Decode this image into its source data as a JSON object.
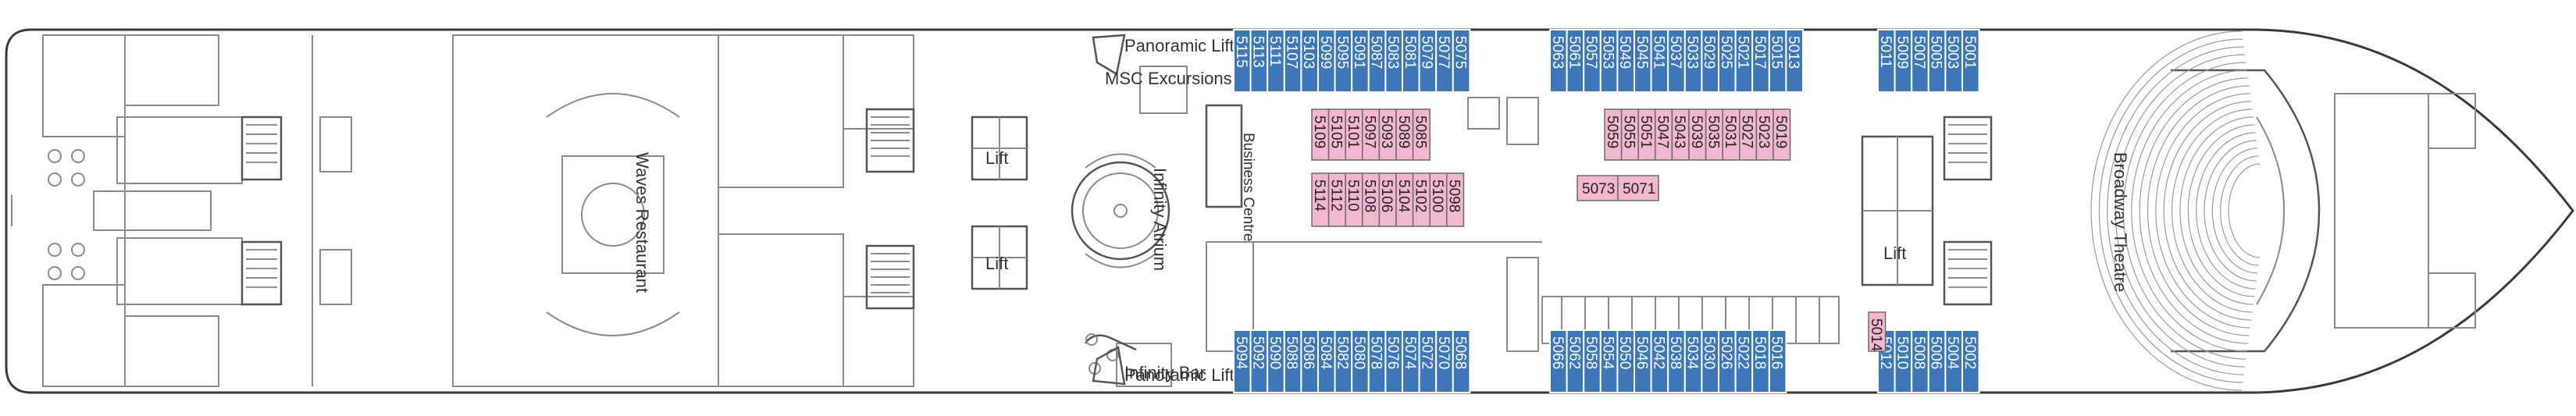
{
  "deck": {
    "venues": {
      "waves_restaurant": "Waves Restaurant",
      "infinity_atrium": "Infinity Atrium",
      "infinity_bar": "Infinity Bar",
      "broadway_theatre": "Broadway Theatre",
      "business_centre": "Business Centre",
      "msc_excursions": "MSC Excursions",
      "panoramic_lift_top": "Panoramic Lift",
      "panoramic_lift_bottom": "Panoramic Lift",
      "lift_left_top": "Lift",
      "lift_left_bottom": "Lift",
      "lift_right": "Lift"
    },
    "top_block_a": [
      "5115",
      "5113",
      "5111",
      "5107",
      "5103",
      "5099",
      "5095",
      "5091",
      "5087",
      "5083",
      "5081",
      "5079",
      "5077",
      "5075"
    ],
    "top_block_b": [
      "5063",
      "5061",
      "5057",
      "5053",
      "5049",
      "5045",
      "5041",
      "5037",
      "5033",
      "5029",
      "5025",
      "5021",
      "5017",
      "5015",
      "5013"
    ],
    "top_block_c": [
      "5011",
      "5009",
      "5007",
      "5005",
      "5003",
      "5001"
    ],
    "bottom_block_a": [
      "5094",
      "5092",
      "5090",
      "5088",
      "5086",
      "5084",
      "5082",
      "5080",
      "5078",
      "5076",
      "5074",
      "5072",
      "5070",
      "5068"
    ],
    "bottom_block_b": [
      "5066",
      "5062",
      "5058",
      "5054",
      "5050",
      "5046",
      "5042",
      "5038",
      "5034",
      "5030",
      "5026",
      "5022",
      "5018",
      "5016"
    ],
    "bottom_block_c": [
      "5012",
      "5010",
      "5008",
      "5006",
      "5004",
      "5002"
    ],
    "inner_upper_left": [
      "5109",
      "5105",
      "5101",
      "5097",
      "5093",
      "5089",
      "5085"
    ],
    "inner_lower_left": [
      "5114",
      "5112",
      "5110",
      "5108",
      "5106",
      "5104",
      "5102",
      "5100",
      "5098"
    ],
    "inner_upper_right": [
      "5059",
      "5055",
      "5051",
      "5047",
      "5043",
      "5039",
      "5035",
      "5031",
      "5027",
      "5023",
      "5019"
    ],
    "inner_mid_right": [
      "5073",
      "5071"
    ],
    "inner_single": "5014"
  },
  "colors": {
    "ocean_view_cabin": "#3d77b8",
    "interior_cabin": "#f3b6cf",
    "hull_outline": "#3a3a3a"
  }
}
